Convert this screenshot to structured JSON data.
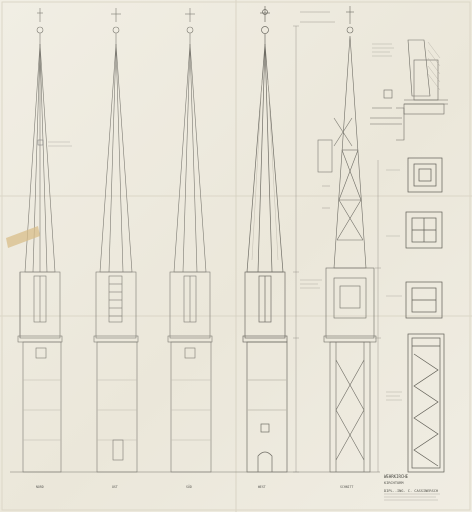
{
  "drawing": {
    "elevation_labels": [
      "NORD",
      "OST",
      "SÜD",
      "WEST",
      "SCHNITT"
    ],
    "title_block": {
      "line1": "WEHRKIRCHE",
      "line2": "KIRCHTURM",
      "line3": "DIPL.-ING. C. CASSINERSCH"
    },
    "colors": {
      "paper": "#efece2",
      "ink": "#7c7a72",
      "tape": "#d8bd8a"
    }
  }
}
